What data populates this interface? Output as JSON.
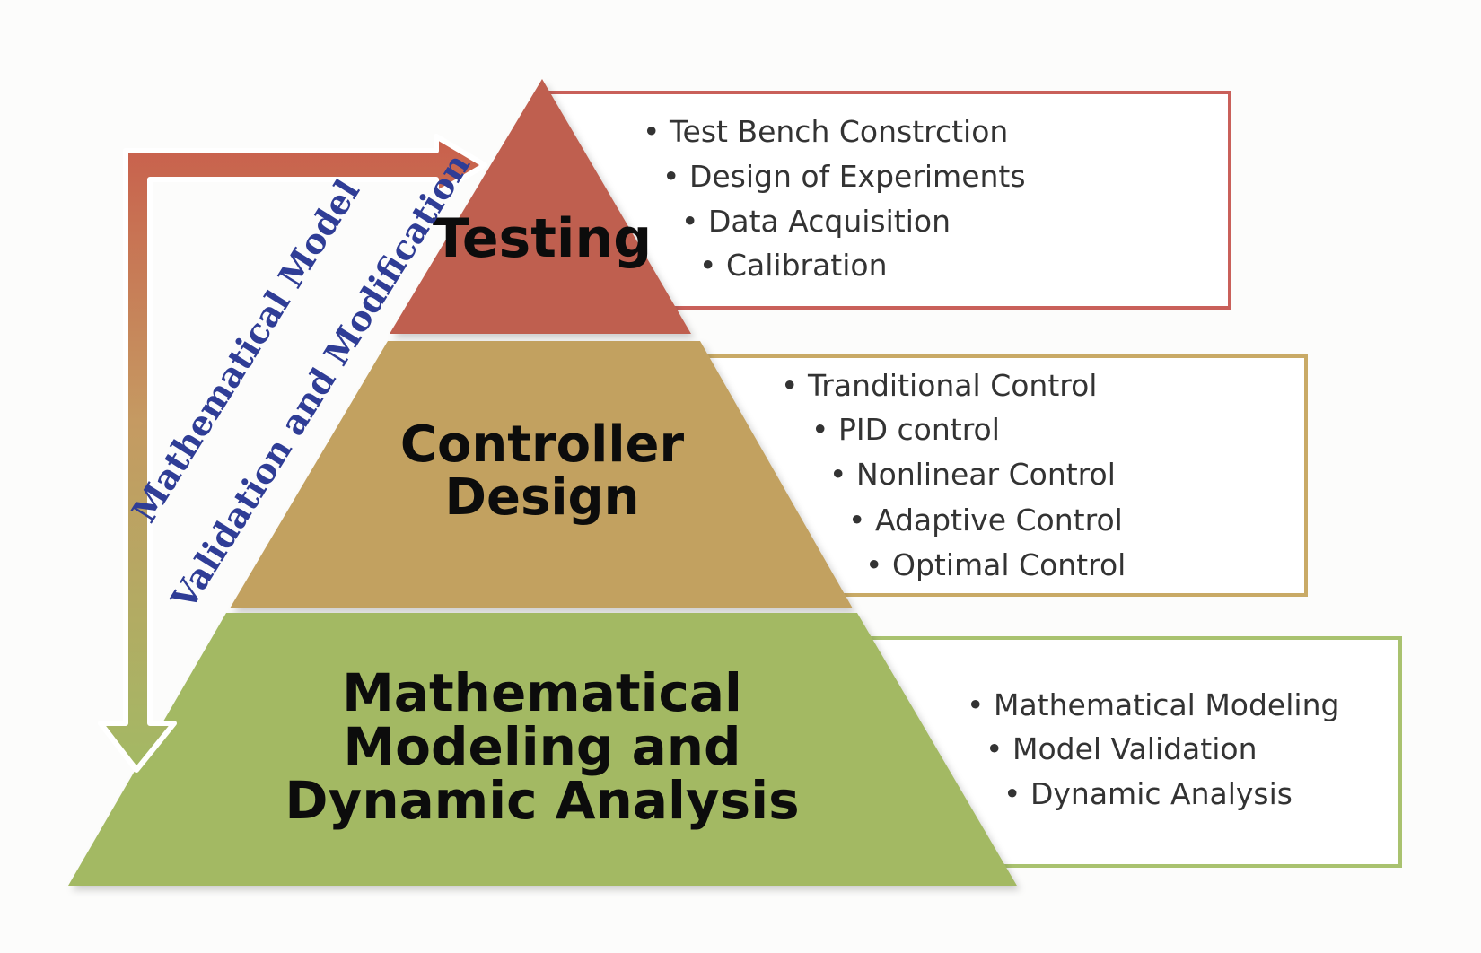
{
  "colors": {
    "testing": "#bf5f4f",
    "controller": "#c2a160",
    "modeling": "#a3b964",
    "testing_border": "#c9605a",
    "controller_border": "#c9aa66",
    "modeling_border": "#a9c26f",
    "label_blue": "#2f3d96"
  },
  "tiers": {
    "testing": {
      "title_lines": [
        "Testing"
      ],
      "bullets": [
        "Test Bench Constrction",
        "Design of Experiments",
        "Data Acquisition",
        "Calibration"
      ]
    },
    "controller": {
      "title_lines": [
        "Controller",
        "Design"
      ],
      "bullets": [
        "Tranditional Control",
        "PID control",
        "Nonlinear Control",
        "Adaptive Control",
        "Optimal Control"
      ]
    },
    "modeling": {
      "title_lines": [
        "Mathematical",
        "Modeling and",
        "Dynamic Analysis"
      ],
      "bullets": [
        "Mathematical Modeling",
        "Model Validation",
        "Dynamic Analysis"
      ]
    }
  },
  "feedback_arrow": {
    "label_lines": [
      "Mathematical Model",
      "Validation and Modification"
    ]
  }
}
